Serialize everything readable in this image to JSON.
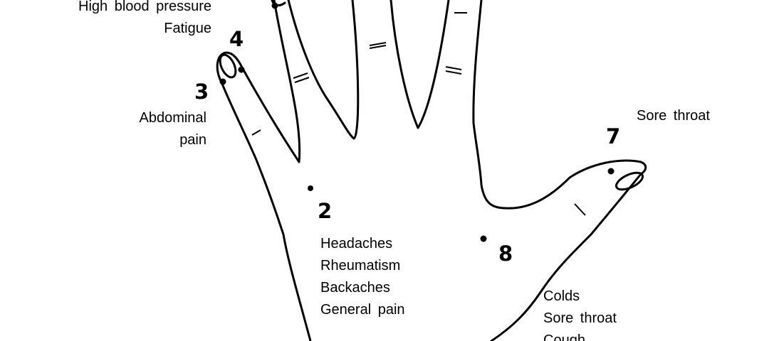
{
  "points": [
    {
      "number": "2",
      "conditions": [
        "Headaches",
        "Rheumatism",
        "Backaches",
        "General pain"
      ]
    },
    {
      "number": "3",
      "conditions": [
        "Abdominal",
        "pain"
      ]
    },
    {
      "number": "4",
      "conditions": [
        "High blood pressure",
        "Fatigue"
      ]
    },
    {
      "number": "7",
      "conditions": [
        "Sore throat"
      ]
    },
    {
      "number": "8",
      "conditions": [
        "Colds",
        "Sore throat",
        "Cough"
      ]
    }
  ],
  "colors": {
    "line": "#000000",
    "background": "#ffffff"
  }
}
